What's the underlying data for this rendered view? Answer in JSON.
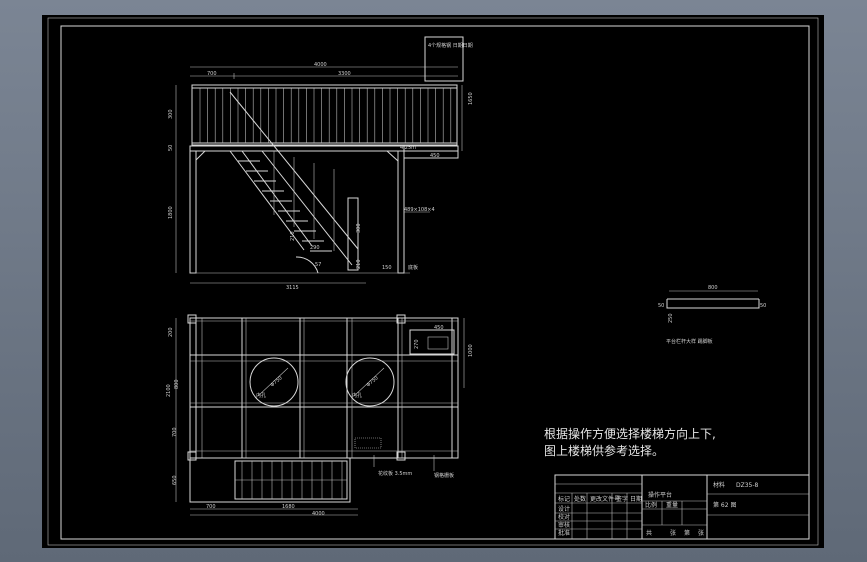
{
  "drawing": {
    "side_view": {
      "dim_top_total": "4000",
      "dim_top_left": "700",
      "dim_top_right": "3300",
      "dim_right_height": "1650",
      "dim_rail": "300",
      "dim_left_small": "50",
      "dim_left_height": "1800",
      "dim_bottom": "3115",
      "dim_step_a": "210",
      "dim_step_b": "290",
      "dim_step_c": "210",
      "dim_stringer": "300",
      "dim_base": "150",
      "dim_right_small": "450",
      "dim_plate": "4.25m",
      "angle": "57",
      "pipe_label": "489×108×4",
      "callout_box": "4个规格钢\n日期日期",
      "base_note": "底板"
    },
    "plan_view": {
      "dim_left_a": "200",
      "dim_left_b": "2100",
      "dim_left_c": "800",
      "dim_left_d": "700",
      "dim_left_e": "650",
      "dim_right_box_w": "450",
      "dim_right_box_h": "270",
      "dim_right_height": "1000",
      "dim_bottom_a": "700",
      "dim_bottom_b": "1680",
      "dim_bottom_total": "4000",
      "hole_label_1": "Φ750",
      "hole_label_2": "Φ750",
      "hole_note_1": "内孔",
      "hole_note_2": "内孔",
      "plate_label": "花纹板 3.5mm",
      "grating_label": "钢格栅板"
    },
    "detail": {
      "dim_length": "800",
      "dim_left": "50",
      "dim_right": "50",
      "dim_left_v": "250",
      "caption": "平台栏杆大样 踢脚板"
    },
    "note_line1": "根据操作方便选择楼梯方向上下,",
    "note_line2": "图上楼梯供参考选择。",
    "title_block": {
      "title": "操作平台",
      "drawing_no": "DZ35-8",
      "sheet": "第 62 图",
      "material_label": "材料",
      "scale_label": "比例",
      "weight_label": "重量",
      "row_labels": [
        "设计",
        "校对",
        "审核",
        "批准"
      ],
      "header_cells": [
        "标记",
        "处数",
        "更改文件号",
        "签字",
        "日期"
      ],
      "footer_cells": [
        "共",
        "张",
        "第",
        "张"
      ]
    }
  }
}
